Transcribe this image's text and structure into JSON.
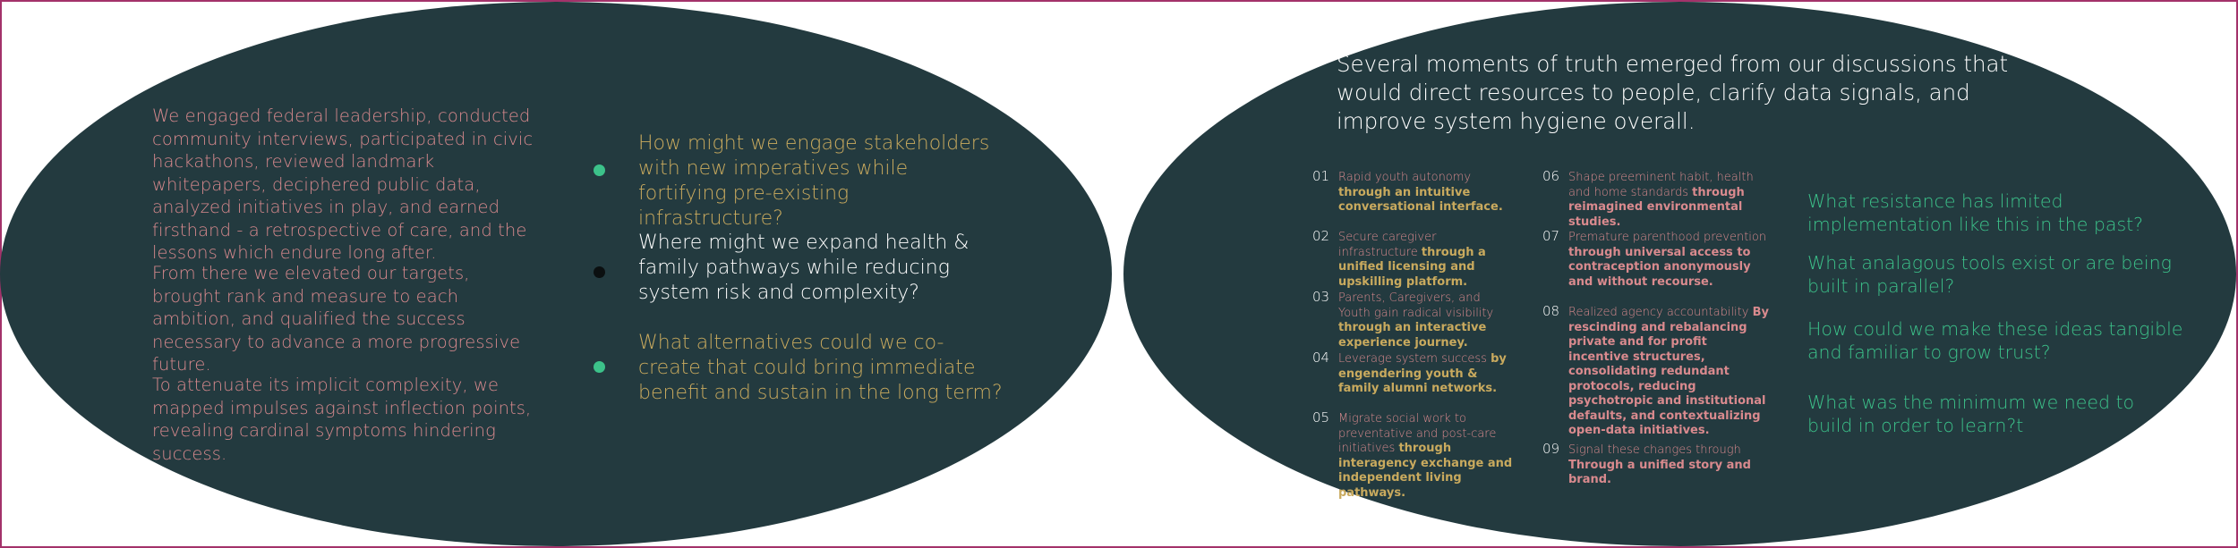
{
  "left": {
    "paragraphs": [
      "We engaged federal leadership, conducted community interviews, participated in civic hackathons, reviewed landmark whitepapers, deciphered public data, analyzed initiatives in play, and earned firsthand - a retrospective of care, and the lessons which endure long after.",
      "From there we elevated our targets, brought rank and measure to each ambition, and qualified the success necessary to advance a more progressive future.",
      "To attenuate its implicit complexity, we mapped impulses against inflection points, revealing cardinal symptoms hindering success."
    ],
    "questions": [
      {
        "text": "How might we engage stakeholders with new imperatives while fortifying pre-existing infrastructure?",
        "color": "#c9aa5e",
        "dot": "#3cc28a"
      },
      {
        "text": "Where might we expand health & family pathways while reducing system risk and complexity?",
        "color": "#ffffff",
        "dot": "#0b0f10"
      },
      {
        "text": "What alternatives could we co-create that could bring immediate benefit and sustain in the long term?",
        "color": "#c9aa5e",
        "dot": "#3cc28a"
      }
    ]
  },
  "right": {
    "headline": "Several moments of truth emerged from our discussions that would direct resources to people, clarify data signals, and improve system hygiene overall.",
    "steps": [
      {
        "num": "01",
        "lead": "Rapid youth autonomy ",
        "bold": "through an intuitive conversational interface."
      },
      {
        "num": "02",
        "lead": "Secure caregiver infrastructure ",
        "bold": "through a unified licensing and upskilling platform."
      },
      {
        "num": "03",
        "lead": "Parents, Caregivers, and Youth gain radical visibility ",
        "bold": "through an interactive experience journey."
      },
      {
        "num": "04",
        "lead": "Leverage system success ",
        "bold": "by engendering youth & family alumni networks."
      },
      {
        "num": "05",
        "lead": "Migrate social work to preventative and post-care initiatives ",
        "bold": "through interagency exchange and independent living pathways."
      },
      {
        "num": "06",
        "lead": "Shape preeminent habit, health and home standards ",
        "bold": "through reimagined environmental studies."
      },
      {
        "num": "07",
        "lead": "Premature parenthood prevention ",
        "bold": "through universal access to contraception anonymously and without recourse."
      },
      {
        "num": "08",
        "lead": "Realized agency accountability ",
        "bold": "By rescinding and rebalancing private and for profit incentive structures, consolidating redundant protocols, reducing psychotropic and institutional defaults, and contextualizing open-data initiatives."
      },
      {
        "num": "09",
        "lead": "Signal these changes through ",
        "bold": "Through a unified story and brand."
      }
    ],
    "questions": [
      "What resistance has limited implementation like this in the past?",
      "What analagous tools exist or are being built in parallel?",
      "How could we make these ideas tangible and familiar to grow trust?",
      "What was the minimum we need to build in order to learn?t"
    ]
  }
}
